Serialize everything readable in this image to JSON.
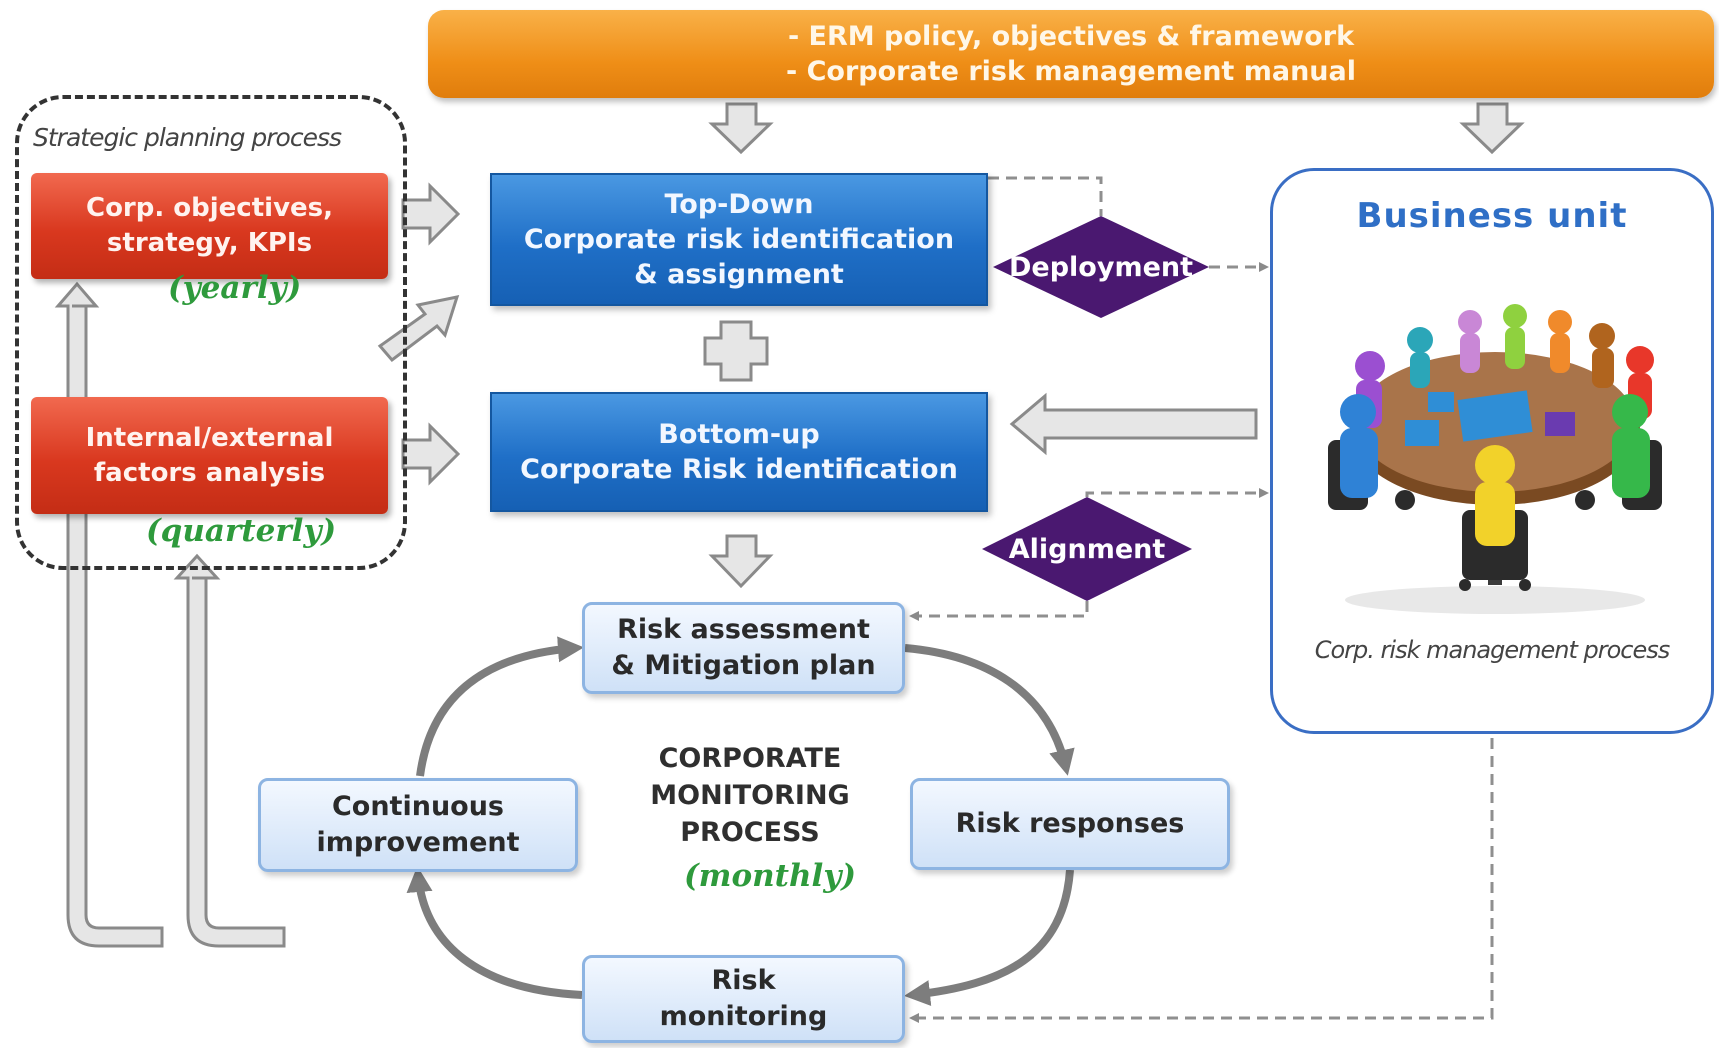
{
  "banner": {
    "lines": [
      "- ERM policy, objectives & framework",
      "- Corporate risk management manual"
    ]
  },
  "strategic_planning": {
    "label": "Strategic planning process",
    "objectives_box": {
      "lines": [
        "Corp. objectives,",
        "strategy, KPIs"
      ],
      "frequency": "(yearly)"
    },
    "factors_box": {
      "lines": [
        "Internal/external",
        "factors analysis"
      ],
      "frequency": "(quarterly)"
    }
  },
  "identification": {
    "top_down": {
      "lines": [
        "Top-Down",
        "Corporate risk identification",
        "& assignment"
      ]
    },
    "bottom_up": {
      "lines": [
        "Bottom-up",
        "Corporate Risk identification"
      ]
    }
  },
  "decisions": {
    "deployment": "Deployment",
    "alignment": "Alignment"
  },
  "business_unit": {
    "title": "Business unit",
    "caption": "Corp. risk management process"
  },
  "monitoring_cycle": {
    "center_lines": [
      "CORPORATE",
      "MONITORING",
      "PROCESS"
    ],
    "frequency": "(monthly)",
    "risk_assessment": {
      "lines": [
        "Risk assessment",
        "& Mitigation plan"
      ]
    },
    "risk_responses": {
      "lines": [
        "Risk responses"
      ]
    },
    "risk_monitoring": {
      "lines": [
        "Risk",
        "monitoring"
      ]
    },
    "continuous_improvement": {
      "lines": [
        "Continuous",
        "improvement"
      ]
    }
  },
  "colors": {
    "banner": "#ef8e17",
    "red_box": "#d9381f",
    "blue_box": "#1f6fc7",
    "diamond": "#4a1870",
    "frequency_text": "#2e9a3c",
    "business_unit_title": "#2f6fc6",
    "light_box_border": "#8db4e2",
    "hollow_arrow_fill": "#e6e6e6",
    "hollow_arrow_stroke": "#8a8a8a",
    "dashed_connector": "#8f8f8f"
  }
}
